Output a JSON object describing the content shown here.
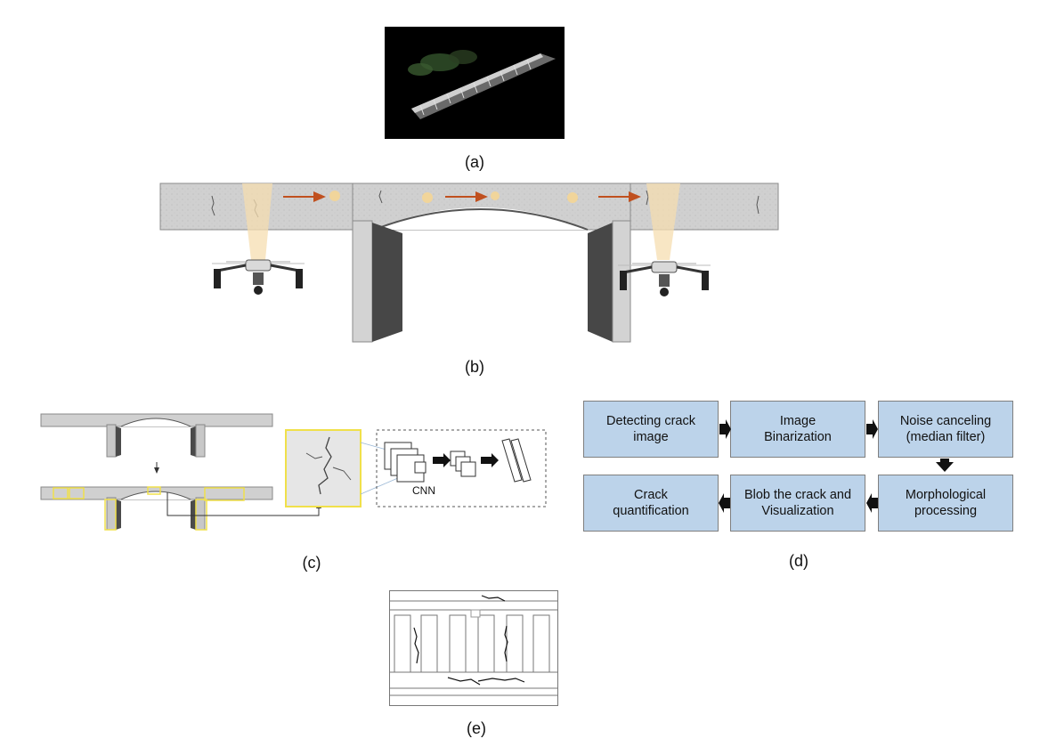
{
  "panels": {
    "a": {
      "caption": "(a)"
    },
    "b": {
      "caption": "(b)"
    },
    "c": {
      "caption": "(c)",
      "cnn_label": "CNN"
    },
    "d": {
      "caption": "(d)",
      "steps": [
        "Detecting crack\nimage",
        "Image\nBinarization",
        "Noise canceling\n(median filter)",
        "Morphological\nprocessing",
        "Blob the crack and\nVisualization",
        "Crack\nquantification"
      ]
    },
    "e": {
      "caption": "(e)"
    }
  },
  "colors": {
    "flow_box_fill": "#bcd3ea",
    "bridge_concrete": "#cfcfcf",
    "pier_shadow": "#4a4a4a",
    "drone_path_arrow": "#c0501f",
    "camera_footprint": "#f6deb0",
    "highlight_box": "#f0e04a"
  }
}
